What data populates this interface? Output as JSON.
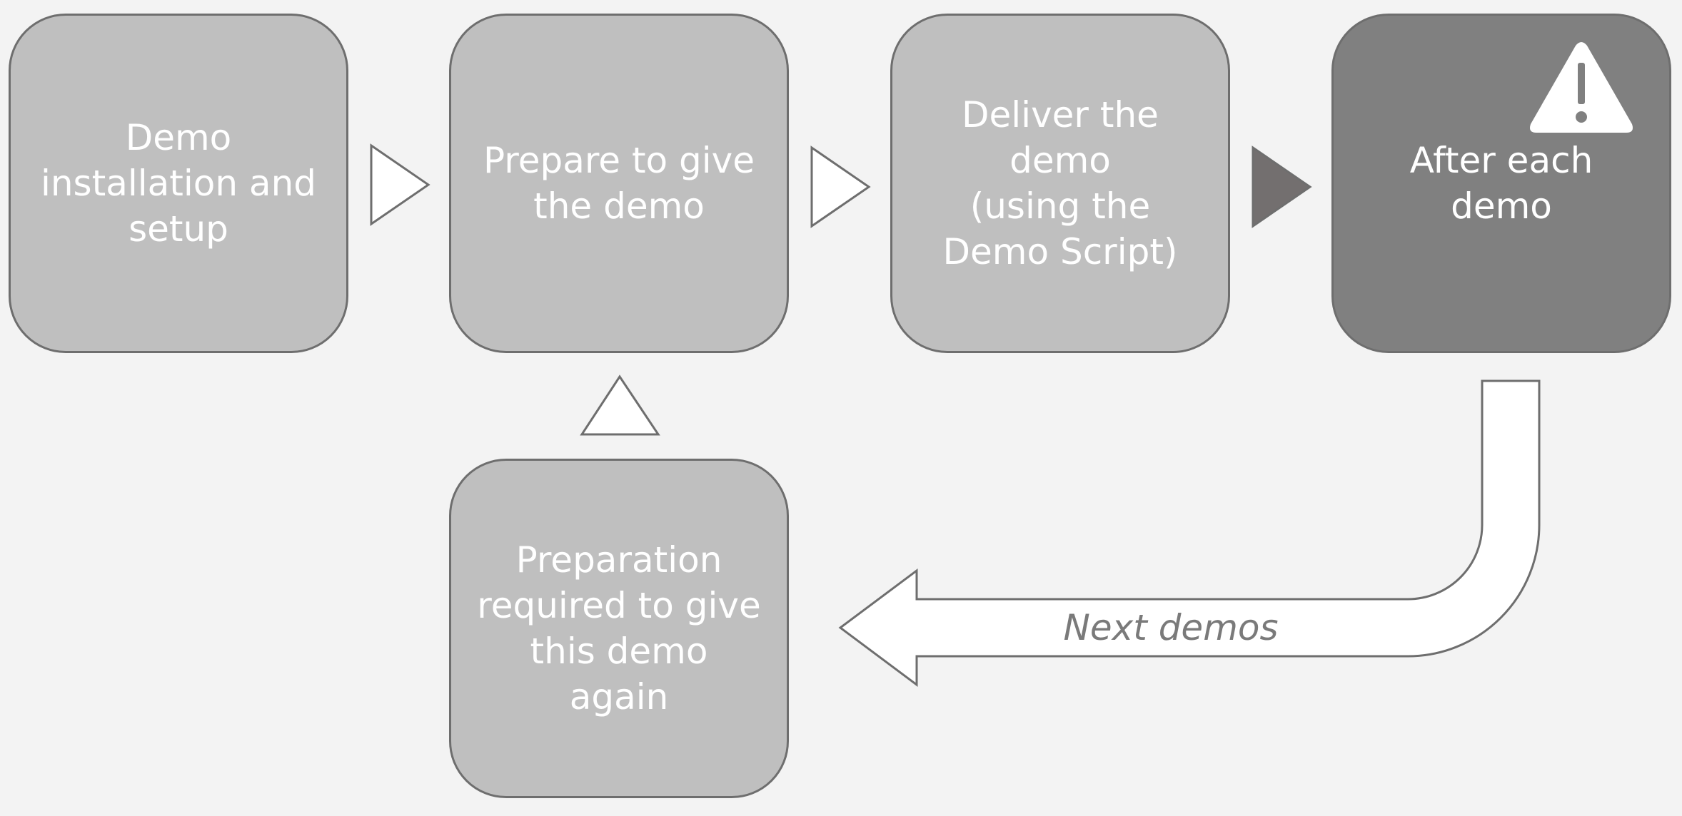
{
  "steps": [
    {
      "id": "step-1",
      "label": "Demo\ninstallation and\nsetup"
    },
    {
      "id": "step-2",
      "label": "Prepare to give\nthe demo"
    },
    {
      "id": "step-3",
      "label": "Deliver the\ndemo\n(using the\nDemo Script)"
    },
    {
      "id": "step-4",
      "label": "After each\ndemo"
    },
    {
      "id": "step-5",
      "label": "Preparation\nrequired to give\nthis demo\nagain"
    }
  ],
  "loop_label": "Next demos",
  "colors": {
    "background": "#f3f3f3",
    "box_fill": "#bfbfbf",
    "box_fill_highlight": "#808080",
    "outline": "#6e6e6e",
    "arrow_open": "#ffffff",
    "arrow_filled": "#736f6f",
    "text": "#ffffff",
    "loop_text": "#7a7a7a"
  },
  "icons": {
    "step_4": "warning-icon"
  }
}
